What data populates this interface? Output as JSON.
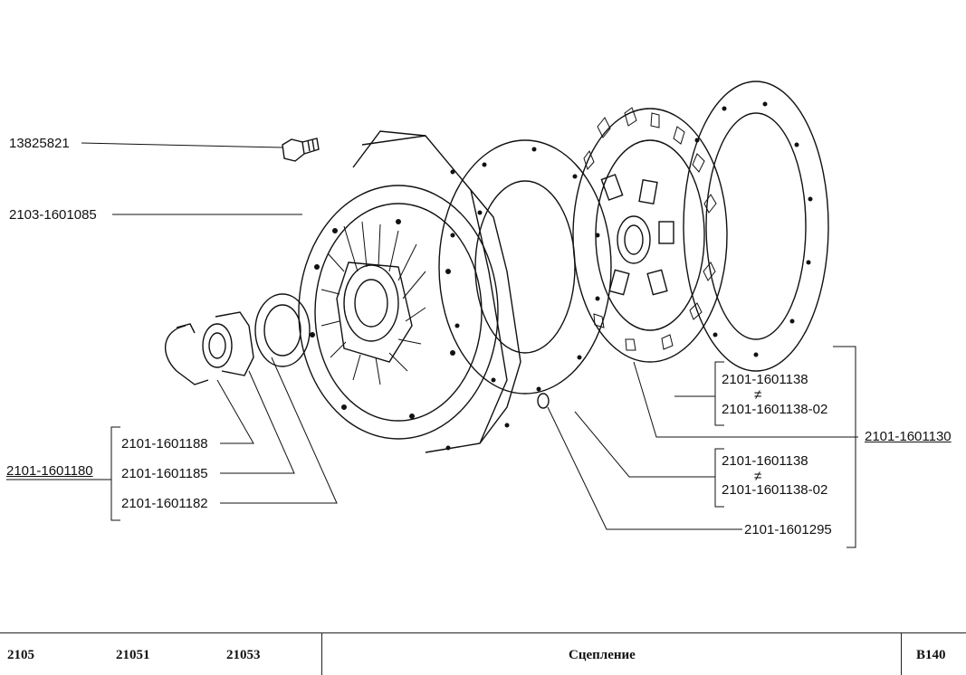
{
  "parts": {
    "bolt": "13825821",
    "pressure_plate": "2103-1601085",
    "release_group": "2101-1601180",
    "clip": "2101-1601188",
    "bearing_sleeve": "2101-1601185",
    "bearing": "2101-1601182",
    "disc_group": "2101-1601130",
    "lining_a1": "2101-1601138",
    "lining_a2": "2101-1601138-02",
    "lining_b1": "2101-1601138",
    "lining_b2": "2101-1601138-02",
    "rivet": "2101-1601295",
    "not_equal": "≠"
  },
  "footer": {
    "models": [
      "2105",
      "21051",
      "21053"
    ],
    "title": "Сцепление",
    "code": "B140"
  }
}
